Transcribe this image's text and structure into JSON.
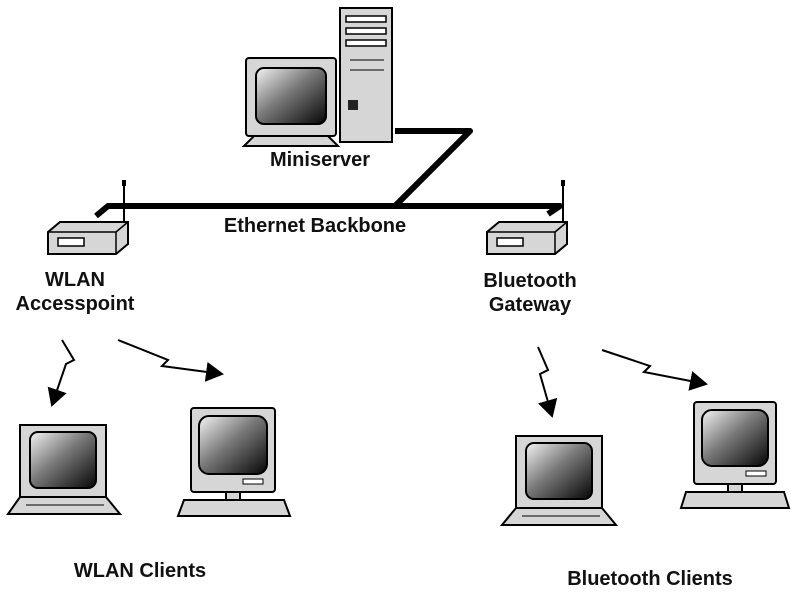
{
  "labels": {
    "miniserver": "Miniserver",
    "ethernet_backbone": "Ethernet Backbone",
    "wlan_accesspoint_line1": "WLAN",
    "wlan_accesspoint_line2": "Accesspoint",
    "bluetooth_gateway_line1": "Bluetooth",
    "bluetooth_gateway_line2": "Gateway",
    "wlan_clients": "WLAN Clients",
    "bluetooth_clients": "Bluetooth Clients"
  },
  "icons": {
    "server": "server-tower-icon",
    "monitor": "crt-monitor-icon",
    "router": "wireless-router-icon",
    "laptop": "laptop-icon",
    "desktop": "desktop-computer-icon",
    "wireless": "lightning-arrow-icon"
  },
  "colors": {
    "line": "#000000",
    "device_fill": "#d6d6d6",
    "background": "#ffffff"
  }
}
